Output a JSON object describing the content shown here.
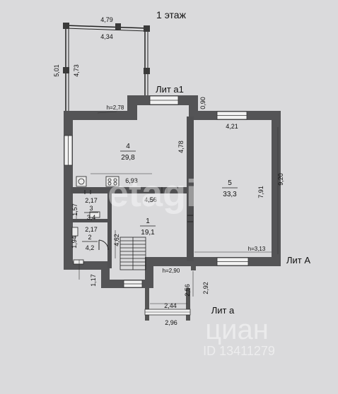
{
  "title": "1 этаж",
  "labels": {
    "lit_a1": "Лит а1",
    "lit_a_main": "Лит А",
    "lit_a_small": "Лит а"
  },
  "rooms": [
    {
      "num": "1",
      "area": "19,1"
    },
    {
      "num": "2",
      "area": "4,2"
    },
    {
      "num": "3",
      "area": "3,4"
    },
    {
      "num": "4",
      "area": "29,8"
    },
    {
      "num": "5",
      "area": "33,3"
    }
  ],
  "dims": {
    "terrace_w_outer": "4,79",
    "terrace_w_inner": "4,34",
    "terrace_h_outer": "5,01",
    "terrace_h_inner": "4,73",
    "h_278": "h=2,78",
    "d_090": "0,90",
    "d_421": "4,21",
    "d_478": "4,78",
    "d_693": "6,93",
    "d_791": "7,91",
    "d_920": "9,20",
    "d_456": "4,56",
    "d_217a": "2,17",
    "d_157": "1,57",
    "d_217b": "2,17",
    "d_194": "1,94",
    "d_462": "4,62",
    "h_313": "h=3,13",
    "h_290": "h=2,90",
    "d_117": "1,17",
    "d_256": "2,56",
    "d_292": "2,92",
    "d_244": "2,44",
    "d_296": "2,96"
  },
  "watermark": {
    "brand": "etagi",
    "brand2": "циан",
    "listing_id": "ID 13411279"
  }
}
